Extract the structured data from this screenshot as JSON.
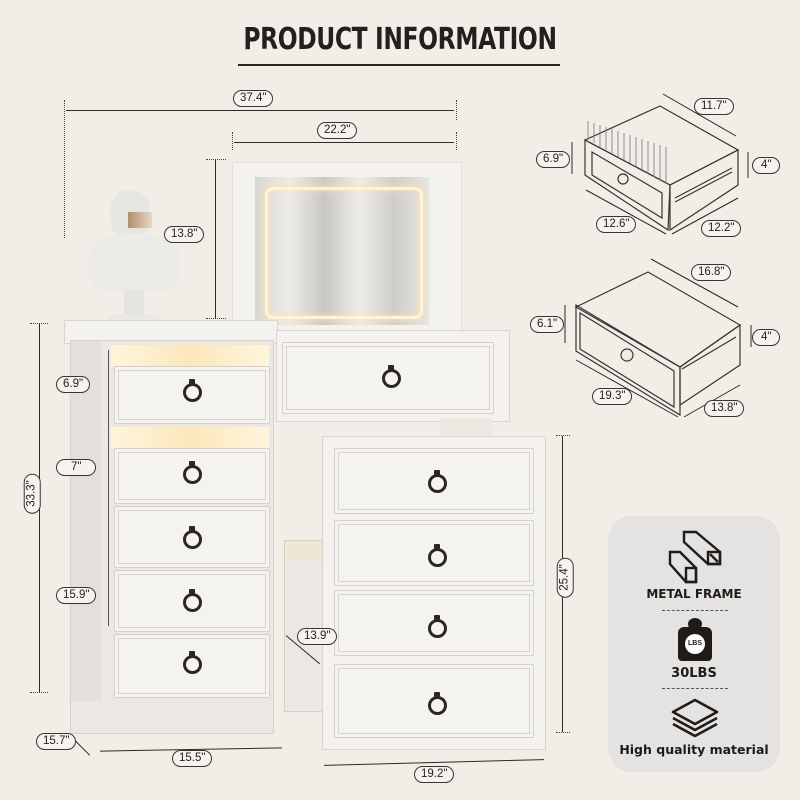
{
  "header": {
    "title": "PRODUCT INFORMATION"
  },
  "main_dimensions": {
    "overall_width": "37.4\"",
    "mirror_width": "22.2\"",
    "mirror_height": "13.8\"",
    "overall_height": "33.3\"",
    "top_drawer_height": "6.9\"",
    "second_drawer_height": "7\"",
    "lower_drawers_height": "15.9\"",
    "side_cabinet_depth": "15.7\"",
    "side_cabinet_width": "15.5\"",
    "rolling_cabinet_depth": "13.9\"",
    "rolling_cabinet_height": "25.4\"",
    "rolling_cabinet_width": "19.2\""
  },
  "drawer_diagrams": [
    {
      "name": "small-drawer",
      "height": "6.9\"",
      "inner_depth": "11.7\"",
      "inner_height": "4\"",
      "front_width": "12.6\"",
      "side_depth": "12.2\""
    },
    {
      "name": "large-drawer",
      "height": "6.1\"",
      "inner_depth": "16.8\"",
      "inner_height": "4\"",
      "front_width": "19.3\"",
      "side_depth": "13.8\""
    }
  ],
  "features": [
    {
      "icon": "metal-frame-icon",
      "label": "METAL FRAME"
    },
    {
      "icon": "weight-icon",
      "icon_text": "LBS",
      "label": "30LBS"
    },
    {
      "icon": "layers-icon",
      "label": "High quality material"
    }
  ]
}
